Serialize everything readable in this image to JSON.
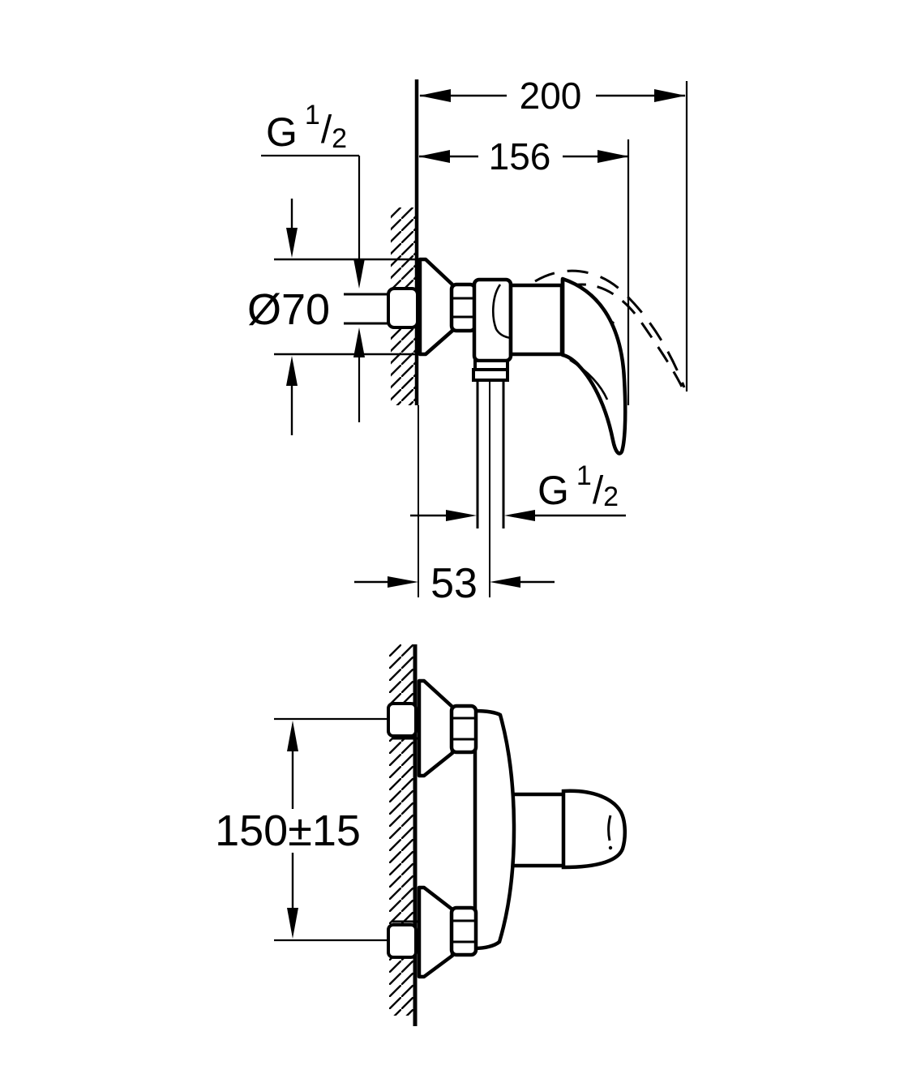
{
  "drawing": {
    "background_color": "#ffffff",
    "line_color": "#000000",
    "view_top": "side-elevation",
    "view_bottom": "plan-view",
    "dimensions": {
      "overall_depth": "200",
      "depth_to_handle": "156",
      "escutcheon_diameter": "Ø70",
      "hose_offset": "53",
      "connection_spacing": "150±15"
    },
    "thread_labels": {
      "supply": {
        "prefix": "G",
        "numerator": "1",
        "slash": "/",
        "denominator": "2"
      },
      "hose": {
        "prefix": "G",
        "numerator": "1",
        "slash": "/",
        "denominator": "2"
      }
    }
  }
}
